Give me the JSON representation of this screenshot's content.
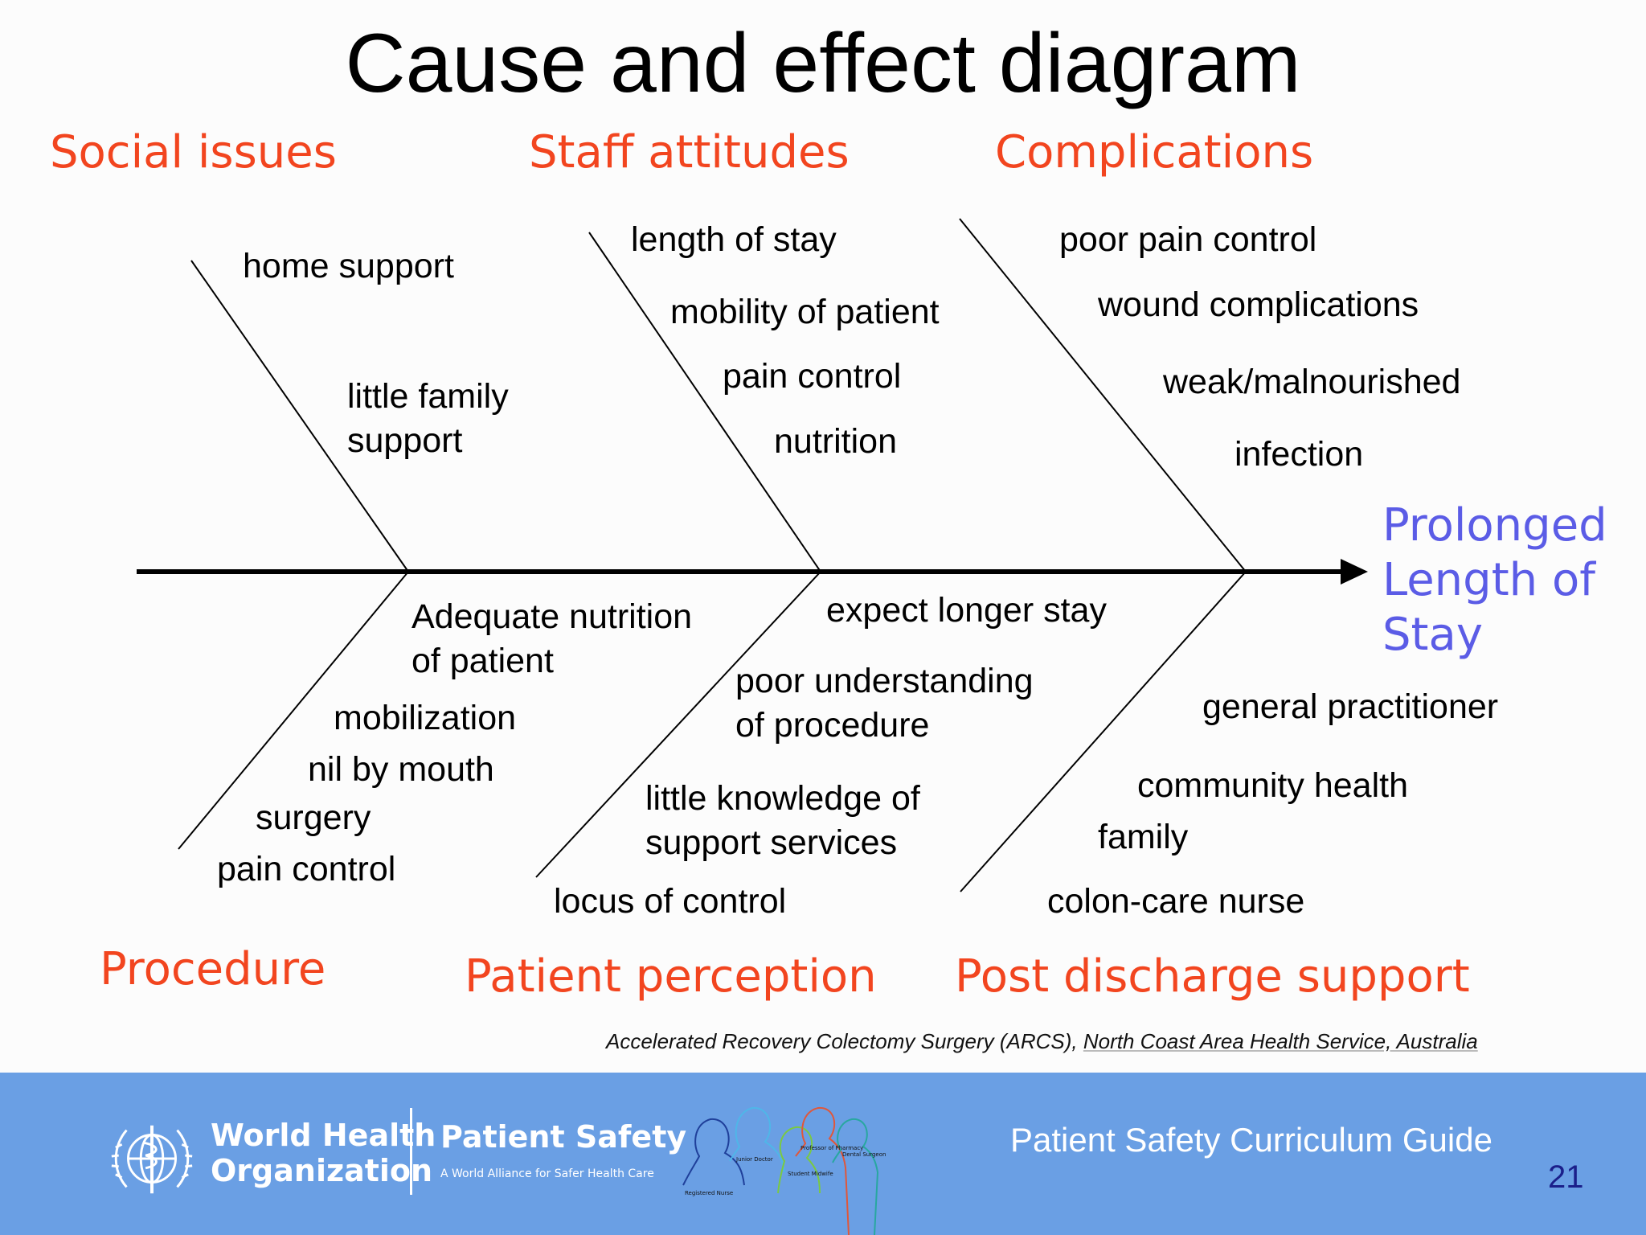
{
  "title": "Cause and effect diagram",
  "categories": {
    "social_issues": "Social issues",
    "staff_attitudes": "Staff attitudes",
    "complications": "Complications",
    "procedure": "Procedure",
    "patient_perception": "Patient perception",
    "post_discharge_support": "Post discharge support"
  },
  "effect": "Prolonged\nLength of\nStay",
  "causes": {
    "social_issues": [
      "home support",
      "little family\nsupport"
    ],
    "staff_attitudes": [
      "length of stay",
      "mobility of patient",
      "pain control",
      "nutrition"
    ],
    "complications": [
      "poor pain control",
      "wound complications",
      "weak/malnourished",
      "infection"
    ],
    "procedure": [
      "Adequate nutrition\nof patient",
      "mobilization",
      "nil by mouth",
      "surgery",
      "pain control"
    ],
    "patient_perception": [
      "expect longer stay",
      "poor understanding\nof procedure",
      "little knowledge of\nsupport services",
      "locus of control"
    ],
    "post_discharge_support": [
      "general practitioner",
      "community health",
      "family",
      "colon-care nurse"
    ]
  },
  "source": {
    "text": "Accelerated Recovery Colectomy Surgery (ARCS), ",
    "org": "North Coast Area Health Service, Australia"
  },
  "footer": {
    "who_name": "World Health\nOrganization",
    "patient_safety": "Patient Safety",
    "patient_safety_sub": "A World Alliance for Safer Health Care",
    "figure_labels": [
      "Registered Nurse",
      "Junior Doctor",
      "Student Midwife",
      "Professor of Pharmacy",
      "Dental Surgeon"
    ],
    "guide_title": "Patient Safety Curriculum Guide",
    "page_number": "21"
  },
  "colors": {
    "category": "#f2451f",
    "effect": "#5b5ce6",
    "footer_bg": "#6a9fe4",
    "page_number": "#1b1f8a"
  }
}
